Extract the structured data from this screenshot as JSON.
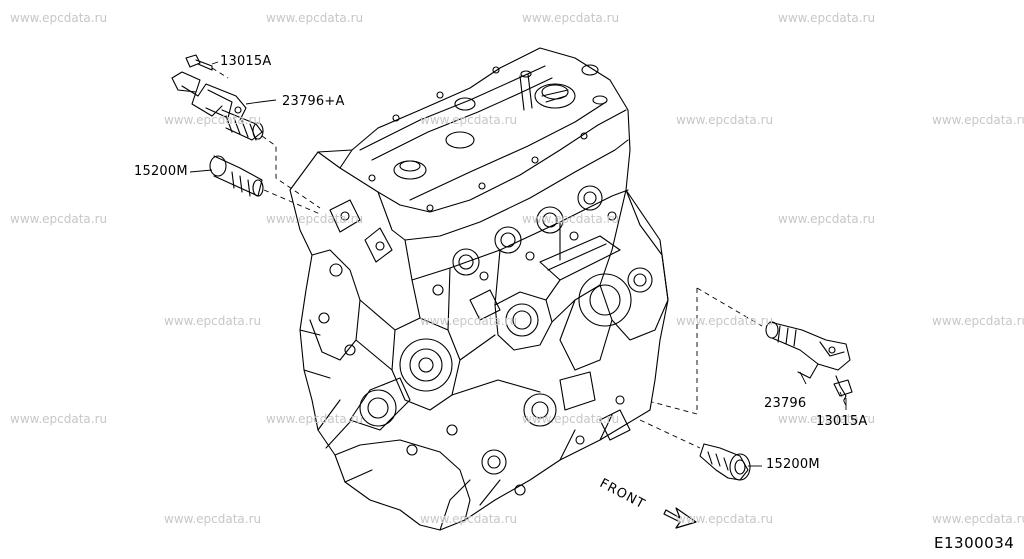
{
  "watermark": "www.epcdata.ru",
  "diagram_code": "E1300034",
  "front_label": "FRONT",
  "callouts": [
    {
      "id": "bolt-upper",
      "label": "13015A"
    },
    {
      "id": "solenoid-upper",
      "label": "23796+A"
    },
    {
      "id": "filter-upper",
      "label": "15200M"
    },
    {
      "id": "solenoid-lower",
      "label": "23796"
    },
    {
      "id": "bolt-lower",
      "label": "13015A"
    },
    {
      "id": "filter-lower",
      "label": "15200M"
    }
  ]
}
